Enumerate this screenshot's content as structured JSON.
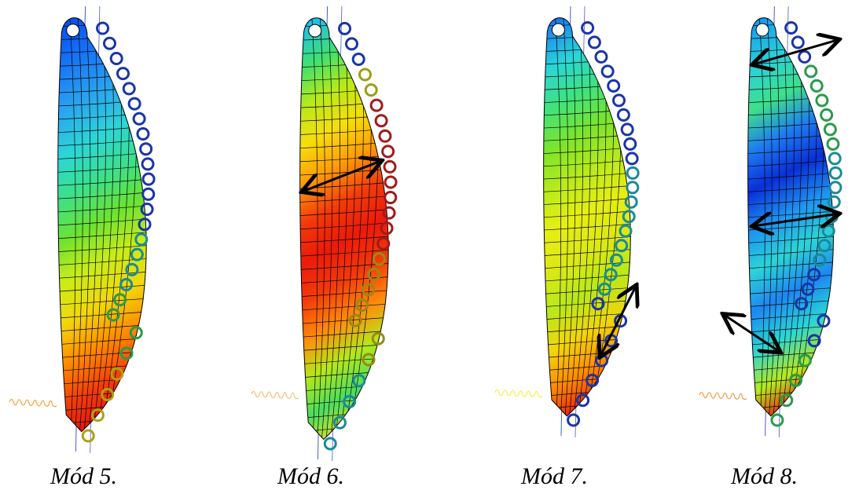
{
  "figure": {
    "panels": [
      {
        "caption": "Mód 5.",
        "stops": [
          "#0a2fd8",
          "#0a55f0",
          "#1a7cf5",
          "#2aa8ee",
          "#2cd6d6",
          "#3de08a",
          "#6be233",
          "#c8ec1a",
          "#f2d80b",
          "#ff8a00",
          "#f23a0a",
          "#e01010"
        ],
        "arrows": []
      },
      {
        "caption": "Mód 6.",
        "stops": [
          "#1060f0",
          "#22c0e8",
          "#40e070",
          "#b6ea1a",
          "#f7de0b",
          "#ff9a0a",
          "#f23a0a",
          "#ec1a0a",
          "#f23a0a",
          "#ff8a0a",
          "#b6e81a",
          "#4ade60",
          "#e8e02a"
        ],
        "arrows": [
          {
            "from": [
              0.05,
              0.41
            ],
            "to": [
              0.85,
              0.34
            ]
          }
        ]
      },
      {
        "caption": "Mód 7.",
        "stops": [
          "#0a2fd8",
          "#1a86f2",
          "#2ad6d6",
          "#42e27a",
          "#7ce42c",
          "#b8ea1c",
          "#e6ee12",
          "#dce815",
          "#b8e81a",
          "#f2d50b",
          "#ff8500",
          "#e01010"
        ],
        "arrows": [
          {
            "from": [
              0.62,
              0.84
            ],
            "to": [
              0.99,
              0.67
            ]
          }
        ]
      },
      {
        "caption": "Mód 8.",
        "stops": [
          "#0a44e8",
          "#18a2ee",
          "#2cd0d6",
          "#3fe08a",
          "#1d7cf2",
          "#0a2fd8",
          "#1d92f0",
          "#2cd4d6",
          "#1d86f2",
          "#2ad6d6",
          "#b8ea1c",
          "#e01010"
        ],
        "arrows": [
          {
            "from": [
              0.08,
              0.12
            ],
            "to": [
              0.98,
              0.06
            ]
          },
          {
            "from": [
              0.08,
              0.52
            ],
            "to": [
              0.98,
              0.49
            ]
          },
          {
            "from": [
              -0.24,
              0.74
            ],
            "to": [
              0.35,
              0.83
            ]
          }
        ]
      }
    ]
  }
}
